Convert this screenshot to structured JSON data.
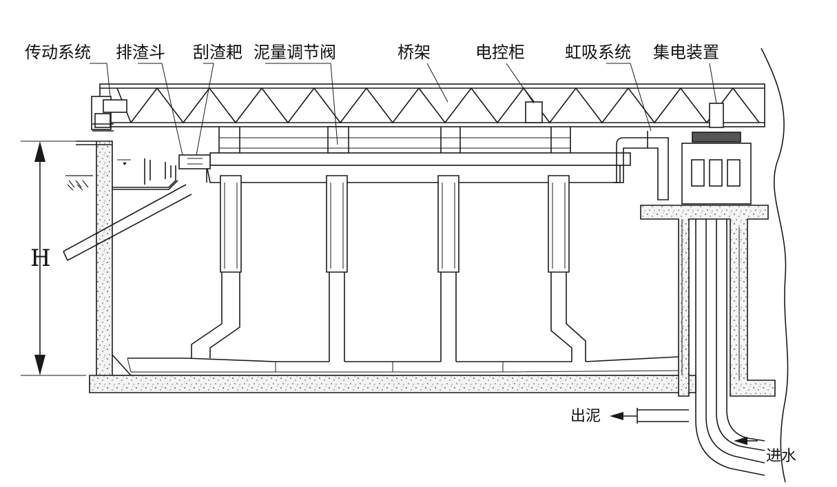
{
  "labels": {
    "drive_system": "传动系统",
    "scum_hopper": "排渣斗",
    "scum_rake": "刮渣耙",
    "sludge_valve": "泥量调节阀",
    "bridge": "桥架",
    "control_cabinet": "电控柜",
    "siphon_system": "虹吸系统",
    "collector": "集电装置",
    "height": "H",
    "sludge_out": "出泥",
    "water_in": "进水"
  },
  "colors": {
    "line": "#1a1a1a",
    "concrete_dot": "#333333",
    "background": "#ffffff"
  }
}
